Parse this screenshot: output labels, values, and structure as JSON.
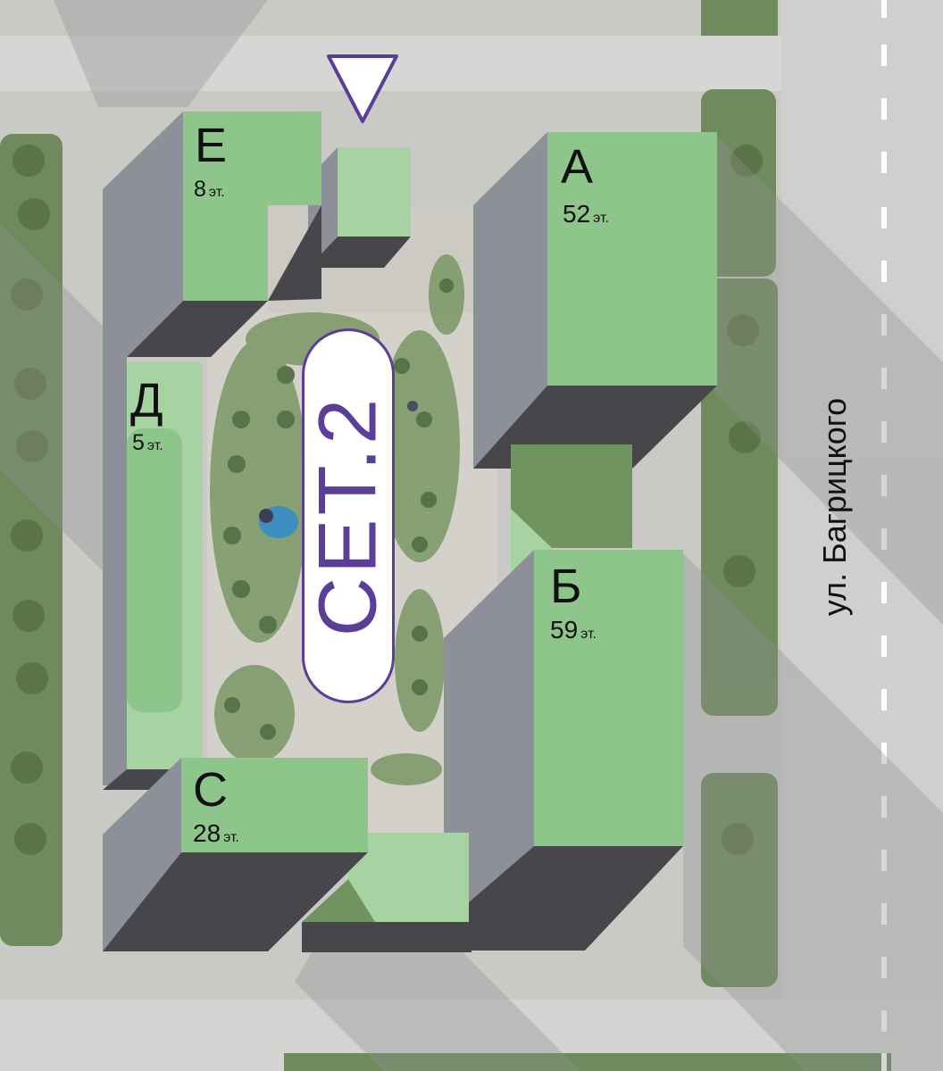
{
  "colors": {
    "ground": "#c9c9c6",
    "road": "#dcdcdb",
    "grass": "#6f8a5d",
    "courtyard": "#d4d1cb",
    "roof": "#8ec58a",
    "roof_light": "#a7d3a2",
    "wall_side": "#8d8f99",
    "wall_dark": "#47474b",
    "accent": "#5b3e98",
    "water": "#3c8fbf"
  },
  "map": {
    "complex_label": "CET.2",
    "street_label": "ул. Багрицкого",
    "entrance_icon": "triangle-down-icon",
    "floor_unit": "эт."
  },
  "buildings": [
    {
      "id": "a",
      "letter": "А",
      "floors": "52"
    },
    {
      "id": "b",
      "letter": "Б",
      "floors": "59"
    },
    {
      "id": "c",
      "letter": "С",
      "floors": "28"
    },
    {
      "id": "d",
      "letter": "Д",
      "floors": "5"
    },
    {
      "id": "e",
      "letter": "Е",
      "floors": "8"
    }
  ]
}
